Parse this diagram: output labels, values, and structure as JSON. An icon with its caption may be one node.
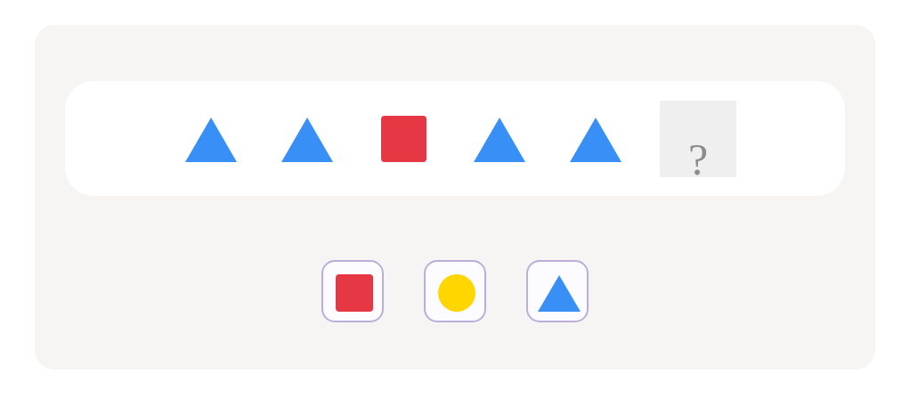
{
  "diagram": {
    "nodes": [
      {
        "text": [],
        "shape": "box"
      },
      {
        "text": [],
        "shape": "box",
        "in": 0
      },
      {
        "text": [],
        "shape": "triangle",
        "in": 1
      },
      {
        "text": [],
        "shape": "triangle",
        "in": 1
      },
      {
        "text": [],
        "shape": "square",
        "in": 1
      },
      {
        "text": [],
        "shape": "triangle",
        "in": 1
      },
      {
        "text": [],
        "shape": "triangle",
        "in": 1
      },
      {
        "text": [
          "?"
        ],
        "in": 1
      },
      {
        "text": [],
        "shape": "box",
        "in": 0
      },
      {
        "text": [],
        "shape": "square",
        "in": 8
      },
      {
        "text": [],
        "shape": "box",
        "in": 0
      },
      {
        "text": [],
        "shape": "circle",
        "in": 10
      },
      {
        "text": [],
        "shape": "box",
        "in": 0
      },
      {
        "text": [],
        "shape": "triangle",
        "in": 12
      }
    ]
  }
}
